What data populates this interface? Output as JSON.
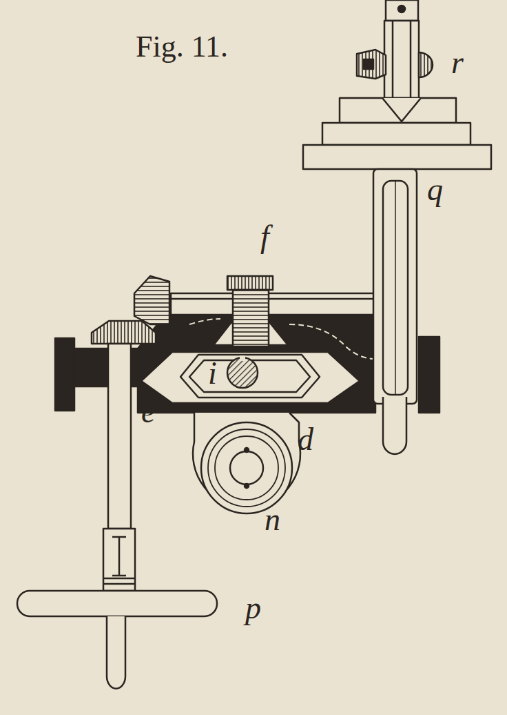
{
  "diagram": {
    "title": "Fig. 11.",
    "labels": [
      "r",
      "q",
      "f",
      "i",
      "e",
      "d",
      "n",
      "p"
    ]
  }
}
